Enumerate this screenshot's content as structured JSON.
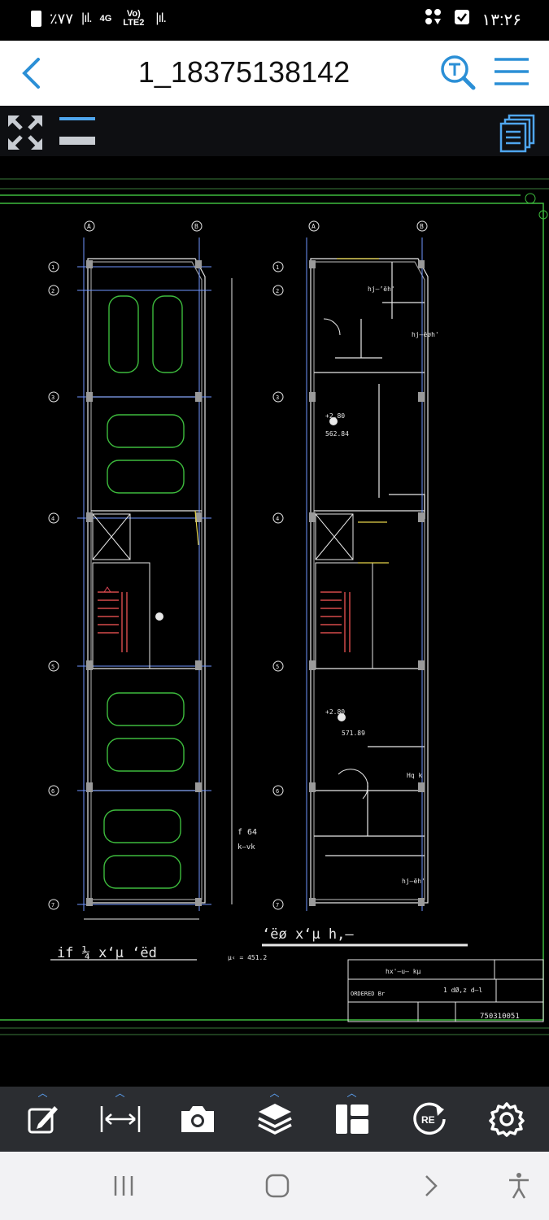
{
  "status_bar": {
    "left_text": "٪۷۷",
    "network_4g": "4G",
    "network_volte": "Vo) LTE2",
    "time": "۱۳:۲۶"
  },
  "app_bar": {
    "title": "1_18375138142",
    "back_icon": "chevron-left-icon",
    "search_icon": "text-search-icon",
    "menu_icon": "hamburger-menu-icon"
  },
  "tool_strip": {
    "expand_icon": "expand-arrows-icon",
    "bars_icon": "layout-bars-icon",
    "pages_icon": "pages-icon"
  },
  "drawing": {
    "left_plan_title": "if ¼ x‘µ ‘ëd",
    "right_plan_title": "‘ëø x‘µ h,–",
    "left_scale": "µ‹ = 451.2",
    "note_fc": "f 64",
    "note_k": "k–vk",
    "right_label_1": "hj–’ëh'",
    "right_label_2": "hj–ëøh'",
    "right_label_3": "Hq k",
    "right_label_4": "hj–ëh'",
    "elev_1": "+2.80",
    "area_1": "562.84",
    "elev_2": "+2.80",
    "area_2": "571.89",
    "title_block_row1": "hx'–u– kµ",
    "title_block_row2": "1 dØ,z d–l",
    "ordered_by": "ORDERED Br",
    "drawing_no": "750310051",
    "axis_a": "A",
    "axis_b": "B",
    "row_labels": [
      "1",
      "2",
      "3",
      "4",
      "5",
      "6",
      "7"
    ]
  },
  "bottom_toolbar": {
    "tools": [
      "edit-icon",
      "measure-icon",
      "camera-icon",
      "layers-icon",
      "panels-icon",
      "redo-icon",
      "settings-icon"
    ]
  },
  "nav_bar": {
    "items": [
      "recent-apps-icon",
      "home-icon",
      "back-icon",
      "accessibility-icon"
    ]
  }
}
